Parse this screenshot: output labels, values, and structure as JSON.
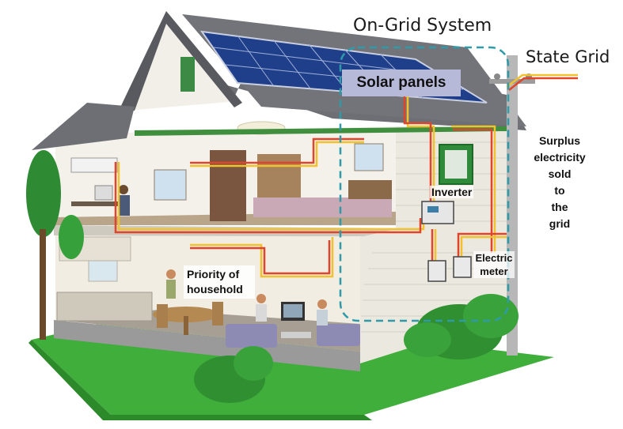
{
  "labels": {
    "title": "On-Grid System",
    "state_grid": "State Grid",
    "solar_panels": "Solar panels",
    "surplus_lines": [
      "Surplus",
      "electricity",
      "sold",
      "to",
      "the",
      "grid"
    ],
    "inverter": "Inverter",
    "electric_meter_lines": [
      "Electric",
      "meter"
    ],
    "priority_lines": [
      "Priority of",
      "household"
    ]
  },
  "colors": {
    "dashed_boundary": "#2f9aa8",
    "wire_red": "#e0452a",
    "wire_yellow": "#f2c12e",
    "roof": "#6e6f75",
    "solar_panel": "#1f3f8a",
    "lawn": "#3fae3a",
    "wall": "#efece2"
  }
}
